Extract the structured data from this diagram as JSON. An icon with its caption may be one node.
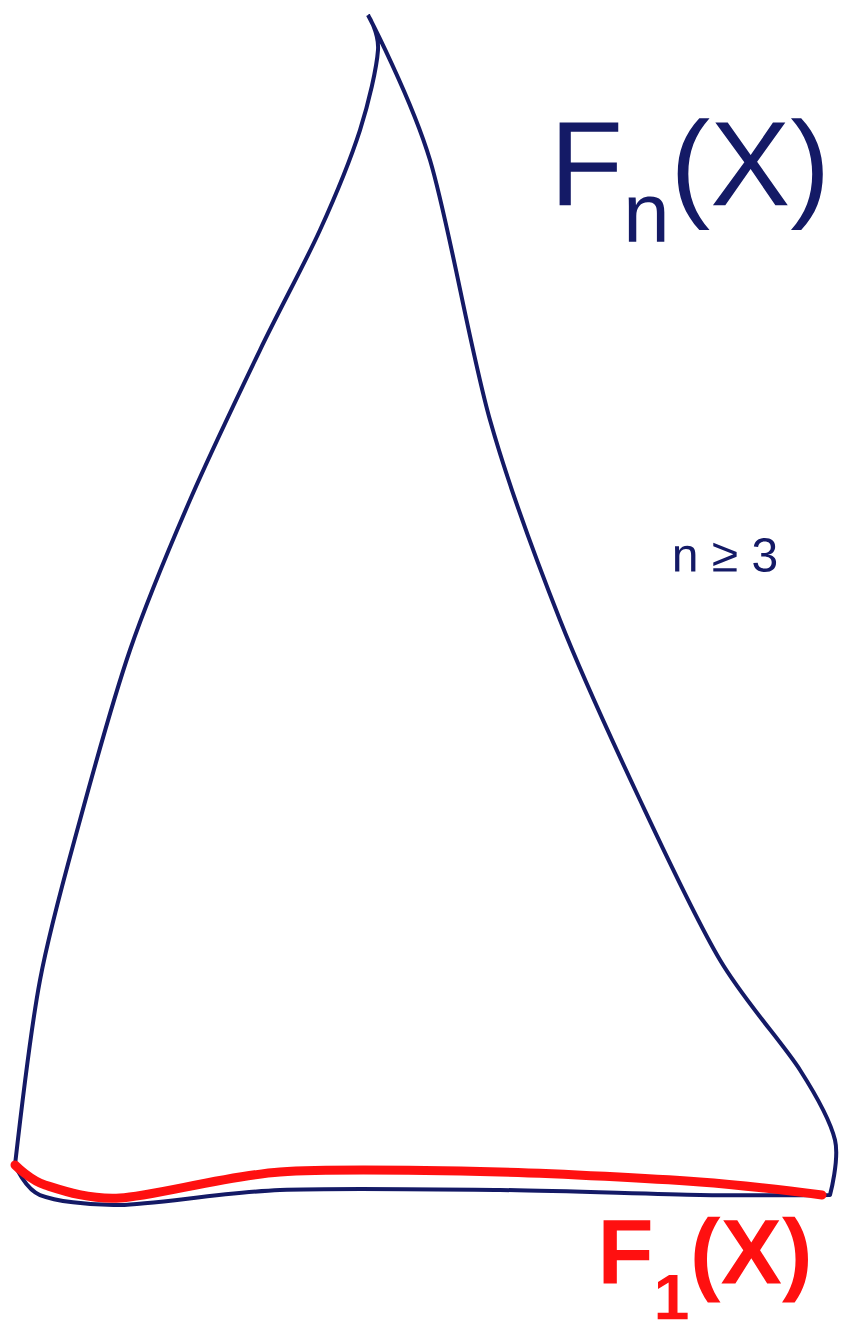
{
  "diagram": {
    "labels": [
      "F$_{n}$(X)",
      "n ≥ 3",
      "F$_{1}$(X)"
    ]
  }
}
